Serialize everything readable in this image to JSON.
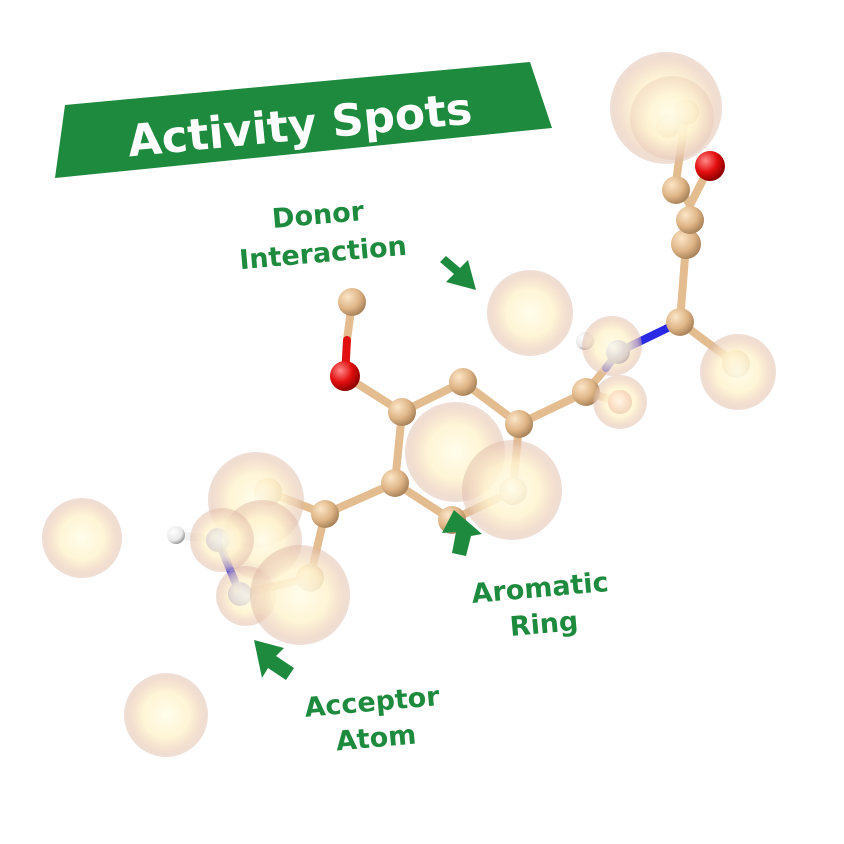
{
  "banner": {
    "title": "Activity Spots",
    "color": "#1e8a3e"
  },
  "labels": {
    "donor": [
      "Donor",
      "Interaction"
    ],
    "aromatic": [
      "Aromatic",
      "Ring"
    ],
    "acceptor": [
      "Acceptor",
      "Atom"
    ]
  },
  "colors": {
    "label_green": "#1e8a3e",
    "carbon": "#e3bd8f",
    "oxygen": "#e10f0f",
    "nitrogen": "#2a2ae6",
    "hydrogen": "#f2f2f2",
    "sphere_core": "#fffbe3",
    "sphere_edge": "#e7c9b4"
  },
  "icons": [
    "arrow-icon"
  ]
}
